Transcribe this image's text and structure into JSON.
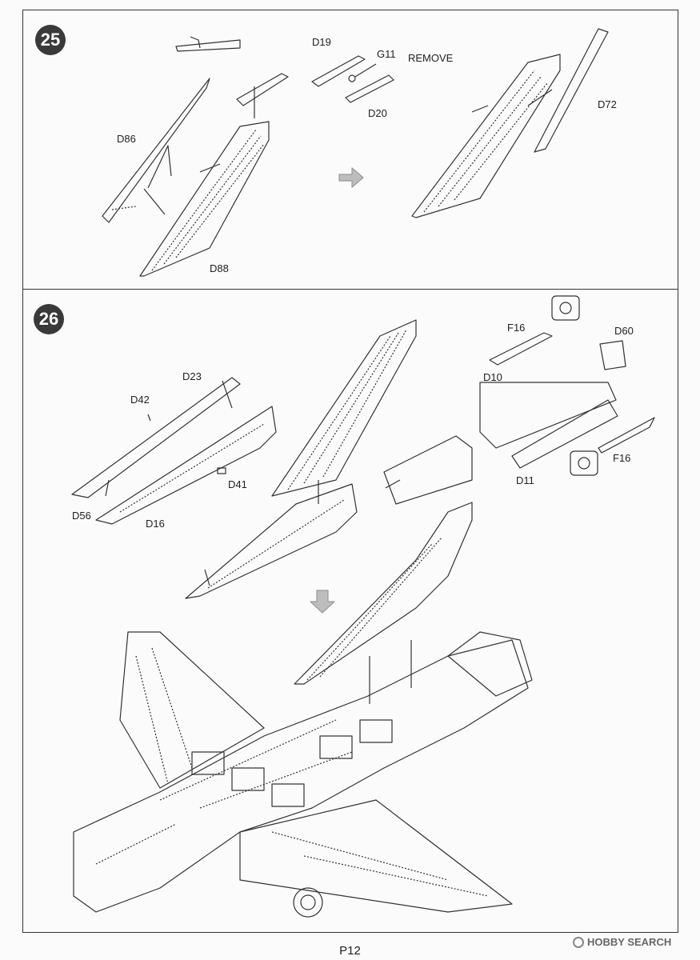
{
  "steps": {
    "s25": {
      "number": "25",
      "labels": {
        "d19": "D19",
        "g11": "G11",
        "remove": "REMOVE",
        "d20": "D20",
        "d86": "D86",
        "d88": "D88",
        "d72": "D72"
      }
    },
    "s26": {
      "number": "26",
      "labels": {
        "d23": "D23",
        "d42": "D42",
        "d56": "D56",
        "d16": "D16",
        "d41": "D41",
        "f16a": "F16",
        "d60": "D60",
        "d10": "D10",
        "d11": "D11",
        "f16b": "F16"
      }
    }
  },
  "footer": {
    "page": "P12"
  },
  "watermark": {
    "text": "HOBBY SEARCH"
  },
  "icons": [
    "paint-pot-icon",
    "process-arrow-icon"
  ],
  "colors": {
    "line": "#333333",
    "badge": "#3a3a3a",
    "arrow": "#bdbdbd"
  }
}
